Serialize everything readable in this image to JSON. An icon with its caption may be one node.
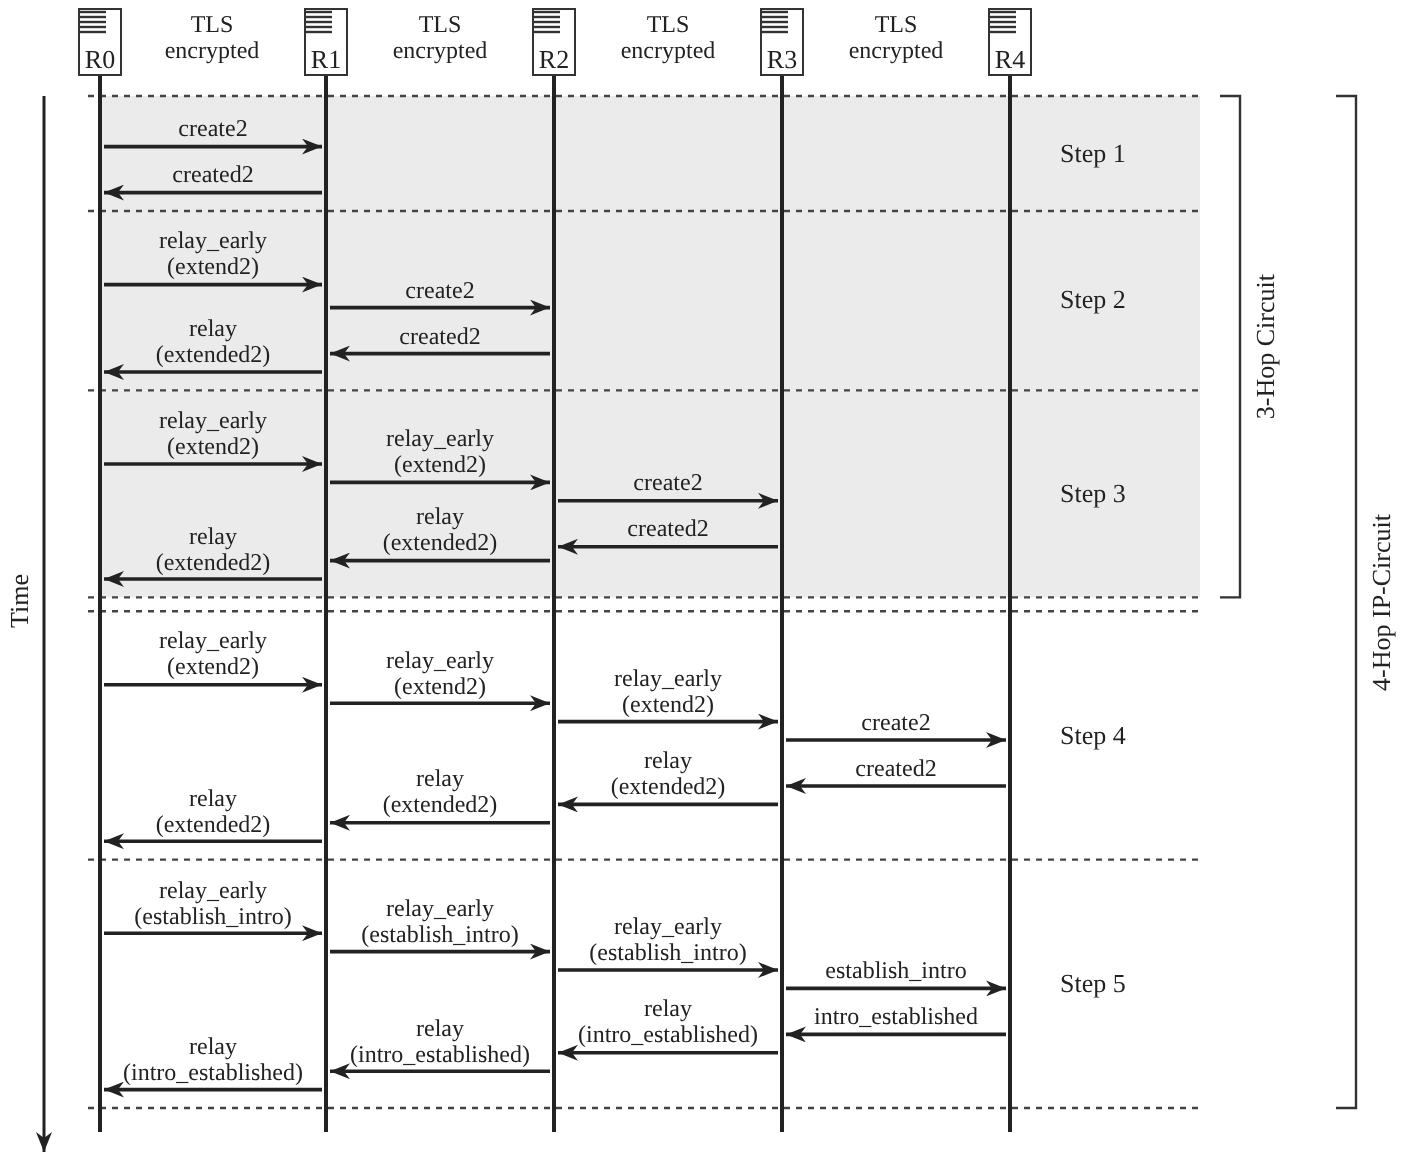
{
  "diagram": {
    "nodes": [
      {
        "text": [
          "R0"
        ]
      },
      {
        "text": [
          "R1"
        ]
      },
      {
        "text": [
          "R2"
        ]
      },
      {
        "text": [
          "R3"
        ]
      },
      {
        "text": [
          "R4"
        ]
      }
    ],
    "edges": [
      {
        "from": 0,
        "to": 1,
        "arrow": "to",
        "label": "create2"
      },
      {
        "from": 1,
        "to": 0,
        "arrow": "to",
        "label": "created2"
      },
      {
        "from": 0,
        "to": 1,
        "arrow": "to",
        "label": "relay_early (extend2)"
      },
      {
        "from": 1,
        "to": 2,
        "arrow": "to",
        "label": "create2"
      },
      {
        "from": 2,
        "to": 1,
        "arrow": "to",
        "label": "created2"
      },
      {
        "from": 1,
        "to": 0,
        "arrow": "to",
        "label": "relay (extended2)"
      },
      {
        "from": 0,
        "to": 1,
        "arrow": "to",
        "label": "relay_early (extend2)"
      },
      {
        "from": 1,
        "to": 2,
        "arrow": "to",
        "label": "relay_early (extend2)"
      },
      {
        "from": 2,
        "to": 3,
        "arrow": "to",
        "label": "create2"
      },
      {
        "from": 3,
        "to": 2,
        "arrow": "to",
        "label": "created2"
      },
      {
        "from": 2,
        "to": 1,
        "arrow": "to",
        "label": "relay (extended2)"
      },
      {
        "from": 1,
        "to": 0,
        "arrow": "to",
        "label": "relay (extended2)"
      },
      {
        "from": 0,
        "to": 1,
        "arrow": "to",
        "label": "relay_early (extend2)"
      },
      {
        "from": 1,
        "to": 2,
        "arrow": "to",
        "label": "relay_early (extend2)"
      },
      {
        "from": 2,
        "to": 3,
        "arrow": "to",
        "label": "relay_early (extend2)"
      },
      {
        "from": 3,
        "to": 4,
        "arrow": "to",
        "label": "create2"
      },
      {
        "from": 4,
        "to": 3,
        "arrow": "to",
        "label": "created2"
      },
      {
        "from": 3,
        "to": 2,
        "arrow": "to",
        "label": "relay (extended2)"
      },
      {
        "from": 2,
        "to": 1,
        "arrow": "to",
        "label": "relay (extended2)"
      },
      {
        "from": 1,
        "to": 0,
        "arrow": "to",
        "label": "relay (extended2)"
      },
      {
        "from": 0,
        "to": 1,
        "arrow": "to",
        "label": "relay_early (establish_intro)"
      },
      {
        "from": 1,
        "to": 2,
        "arrow": "to",
        "label": "relay_early (establish_intro)"
      },
      {
        "from": 2,
        "to": 3,
        "arrow": "to",
        "label": "relay_early (establish_intro)"
      },
      {
        "from": 3,
        "to": 4,
        "arrow": "to",
        "label": "establish_intro"
      },
      {
        "from": 4,
        "to": 3,
        "arrow": "to",
        "label": "intro_established"
      },
      {
        "from": 3,
        "to": 2,
        "arrow": "to",
        "label": "relay (intro_established)"
      },
      {
        "from": 2,
        "to": 1,
        "arrow": "to",
        "label": "relay (intro_established)"
      },
      {
        "from": 1,
        "to": 0,
        "arrow": "to",
        "label": "relay (intro_established)"
      }
    ],
    "labels": [
      "TLS encrypted",
      "TLS encrypted",
      "TLS encrypted",
      "TLS encrypted",
      "Time",
      "Step 1",
      "Step 2",
      "Step 3",
      "Step 4",
      "Step 5",
      "3-Hop Circuit",
      "4-Hop IP-Circuit"
    ]
  }
}
